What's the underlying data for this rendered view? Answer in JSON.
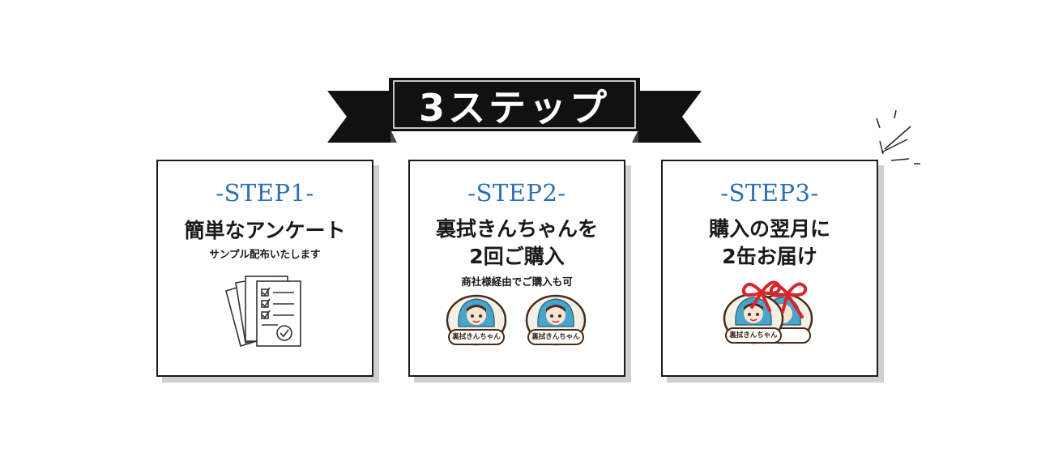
{
  "banner": {
    "title": "3ステップ"
  },
  "steps": [
    {
      "label": "-STEP1-",
      "heading": [
        "簡単なアンケート"
      ],
      "sub": "サンプル配布いたします",
      "icon": "survey-documents-icon"
    },
    {
      "label": "-STEP2-",
      "heading": [
        "裏拭きんちゃんを",
        "2回ご購入"
      ],
      "sub": "商社様経由でご購入も可",
      "icon": "mascot-badge-icon"
    },
    {
      "label": "-STEP3-",
      "heading": [
        "購入の翌月に",
        "2缶お届け"
      ],
      "sub": "",
      "icon": "gift-mascot-icon"
    }
  ],
  "mascot": {
    "badge_text": "裏拭きんちゃん"
  },
  "colors": {
    "step_label": "#2d6fb1",
    "ribbon": "#111111",
    "bow": "#d7262b",
    "mascot_blue": "#4aa3c9"
  }
}
